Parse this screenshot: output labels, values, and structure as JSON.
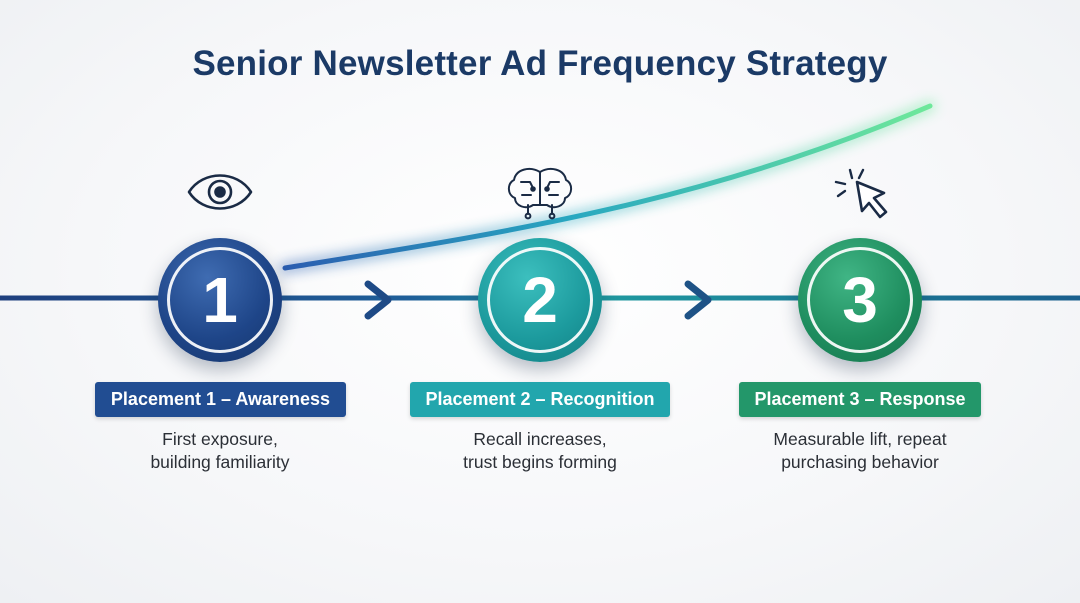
{
  "title": "Senior Newsletter Ad Frequency Strategy",
  "stages": [
    {
      "number": "1",
      "label": "Placement 1 – Awareness",
      "desc_line1": "First exposure,",
      "desc_line2": "building familiarity",
      "icon": "eye-icon",
      "color": "#214d92"
    },
    {
      "number": "2",
      "label": "Placement 2 – Recognition",
      "desc_line1": "Recall increases,",
      "desc_line2": "trust begins forming",
      "icon": "brain-icon",
      "color": "#22a6ad"
    },
    {
      "number": "3",
      "label": "Placement 3 – Response",
      "desc_line1": "Measurable lift, repeat",
      "desc_line2": "purchasing behavior",
      "icon": "cursor-click-icon",
      "color": "#23976a"
    }
  ]
}
